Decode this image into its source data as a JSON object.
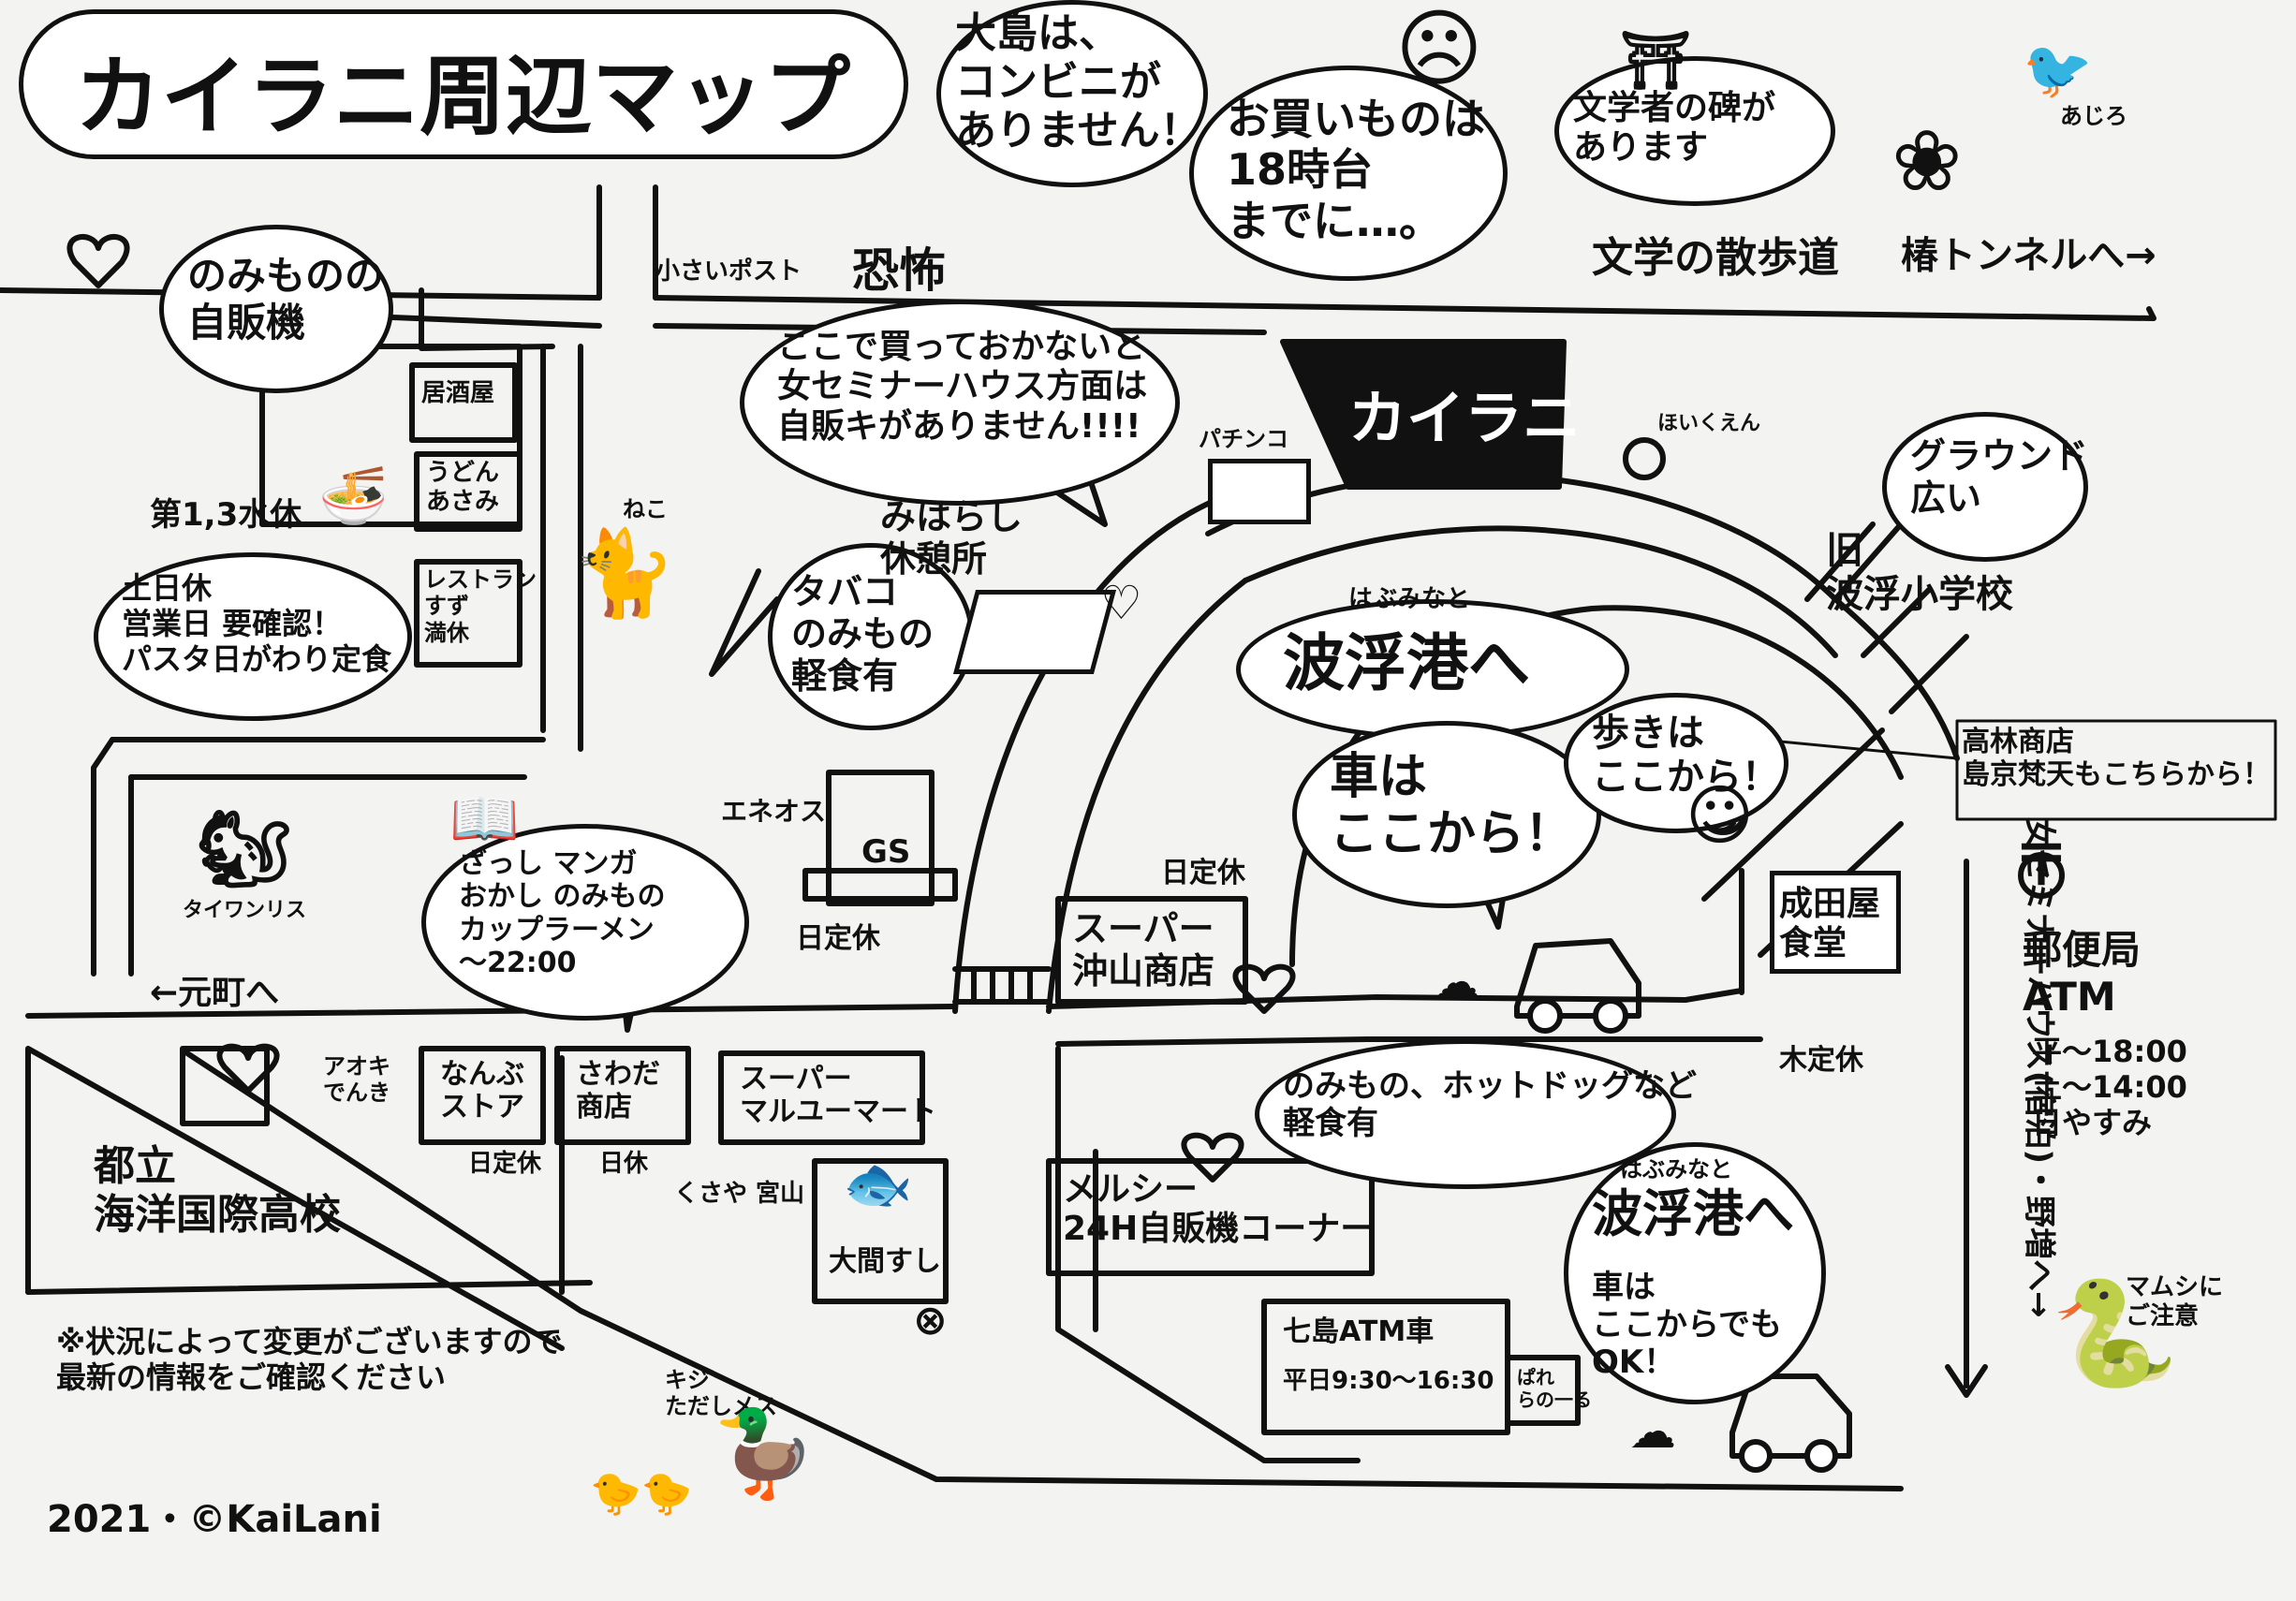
{
  "title": "カイラニ周辺マップ",
  "speech": {
    "no_conbini": "大島は、\nコンビニが\nありません！",
    "shopping": "お買いものは\n18時台\nまでに…。",
    "literature": "文学者の碑が\nあります",
    "fear_tag": "恐怖",
    "fear_text": "ここで買っておかないと\n女セミナーハウス方面は\n自販キがありません!!!!",
    "vending_drinks": "のみものの\n自販機",
    "to_habuminato_top": "波浮港へ",
    "to_habuminato_top_ruby": "はぶみなと",
    "cars_here": "車は\nここから！",
    "walk_here": "歩きは\nここから！",
    "ground": "グラウンド\n広い",
    "tobacco": "タバコ\nのみもの\n軽食有",
    "magazines": "ざっし マンガ\nおかし のみもの\nカップラーメン\n〜22:00",
    "hotdog": "のみもの、ホットドッグなど\n軽食有",
    "to_habuminato_bottom": "波浮港へ",
    "to_habuminato_bottom_ruby": "はぶみなと",
    "cars_bottom": "車は\nここからでも\nOK！",
    "lunch_note": "土日休\n営業日 要確認！\nパスタ日がわり定食"
  },
  "labels": {
    "small_post": "小さいポスト",
    "literary_walk": "文学の散歩道",
    "tsubaki_tunnel": "椿トンネルへ→",
    "ajiro": "あじろ",
    "kailani": "カイラニ",
    "pachinko": "パチンコ",
    "miharashi": "みはらし\n休憩所",
    "cat": "ねこ",
    "izakaya": "居酒屋",
    "udon": "うどん\nあさみ",
    "restaurant": "レストラン\nすず\n満休",
    "closed_days": "第1,3水休",
    "old_school": "旧\n波浮小学校",
    "hoikuen": "ほいくえん",
    "takabayashi": "高林商店\n島京梵天もこちらから！",
    "squirrel": "タイワンリス",
    "to_motomachi": "←元町へ",
    "eneos": "エネオス",
    "gs": "GS",
    "gs_closed": "日定休",
    "super_okiyama": "スーパー\n沖山商店",
    "super_okiyama_closed": "日定休",
    "naruta": "成田屋\n食堂",
    "naruta_closed": "木定休",
    "seminar": "女セミナーハウス(宿泊)・野増へ→",
    "post_office": "郵便局\nATM",
    "post_hours": "平〜18:00\n土〜14:00\n日やすみ",
    "snake": "マムシに\nご注意",
    "aoki": "アオキ\nでんき",
    "nanbu": "なんぶ\nストア",
    "sawada": "さわだ\n商店",
    "nanbu_closed": "日定休",
    "sawada_closed": "日休",
    "maruyu": "スーパー\nマルユーマート",
    "kusaya": "くさや 宮山",
    "daikoku": "大間すし",
    "meiseki": "メルシー\n24H自販機コーナー",
    "school": "都立\n海洋国際高校",
    "atm_car": "七島ATM車",
    "atm_hours": "平日9:30〜16:30",
    "parking": "ぱれ\nらの一る",
    "notice": "※状況によって変更がございますので\n最新の情報をご確認ください",
    "kiji": "キジ\nただしメス",
    "copyright": "2021・©KaiLani"
  }
}
